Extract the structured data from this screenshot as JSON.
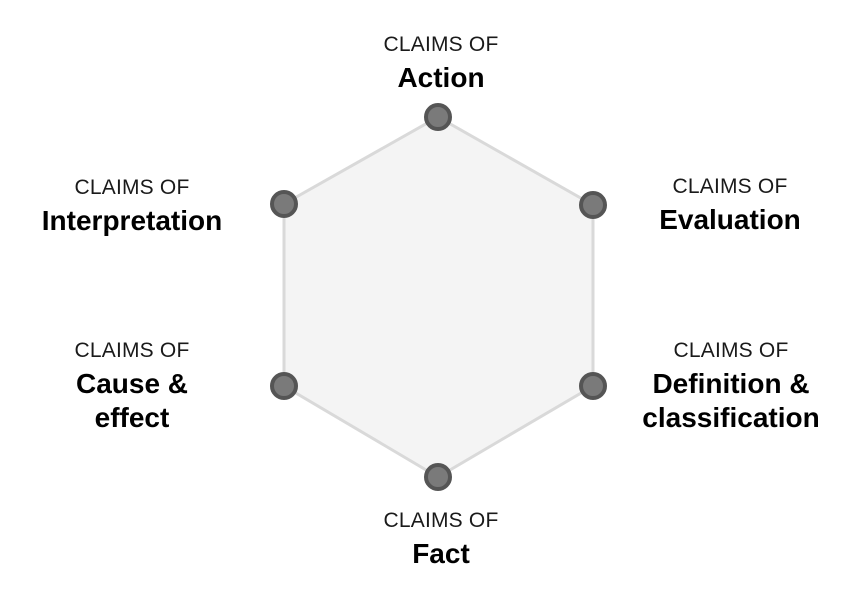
{
  "prefix": "CLAIMS OF",
  "claims": [
    {
      "id": "action",
      "prefix": "CLAIMS OF",
      "name": "Action"
    },
    {
      "id": "evaluation",
      "prefix": "CLAIMS OF",
      "name": "Evaluation"
    },
    {
      "id": "definition",
      "prefix": "CLAIMS OF",
      "name_lines": [
        "Definition &",
        "classification"
      ]
    },
    {
      "id": "fact",
      "prefix": "CLAIMS OF",
      "name": "Fact"
    },
    {
      "id": "cause",
      "prefix": "CLAIMS OF",
      "name_lines": [
        "Cause &",
        "effect"
      ]
    },
    {
      "id": "interpretation",
      "prefix": "CLAIMS OF",
      "name": "Interpretation"
    }
  ],
  "colors": {
    "hexagon_fill": "#f4f4f4",
    "hexagon_stroke": "#d9d9d9",
    "node_fill": "#7a7a7a",
    "node_stroke": "#555555",
    "text": "#000000"
  }
}
